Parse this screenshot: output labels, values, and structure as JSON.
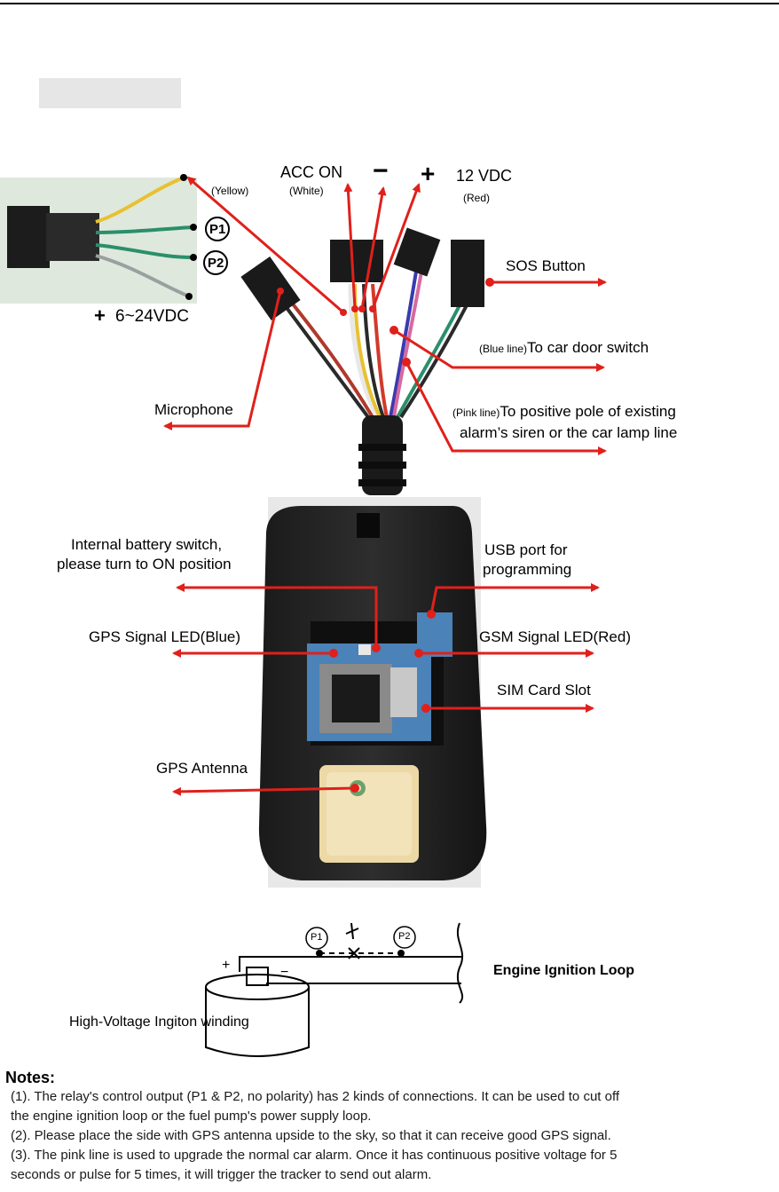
{
  "labels": {
    "yellow": "(Yellow)",
    "p1": "P1",
    "p2": "P2",
    "vdc_range": "6~24VDC",
    "acc_on": "ACC ON",
    "white": "(White)",
    "minus": "−",
    "plus": "+",
    "vdc12": "12 VDC",
    "red": "(Red)",
    "sos": "SOS Button",
    "blue_line_small": "(Blue line)",
    "blue_line_text": "To car door switch",
    "microphone": "Microphone",
    "pink_line_small": "(Pink line)",
    "pink_line_text": "To positive pole of existing",
    "pink_line_text2": "alarm’s siren or the car lamp line",
    "battery_switch_1": "Internal battery switch,",
    "battery_switch_2": "please turn to ON position",
    "usb_1": "USB port for",
    "usb_2": "programming",
    "gps_led": "GPS Signal LED(Blue)",
    "gsm_led": "GSM Signal LED(Red)",
    "sim_slot": "SIM Card Slot",
    "gps_antenna": "GPS Antenna"
  },
  "circuit": {
    "p1": "P1",
    "p2": "P2",
    "engine_loop": "Engine Ignition Loop",
    "winding": "High-Voltage Ingiton winding",
    "plus": "+",
    "minus": "−"
  },
  "notes": {
    "title": "Notes:",
    "lines": [
      "(1). The relay's control output (P1 & P2, no polarity) has 2 kinds of connections. It can be used to cut off",
      "the engine ignition loop or the fuel pump's power supply loop.",
      "(2). Please place the side with GPS antenna upside to the sky, so that it can receive good GPS signal.",
      "(3). The pink line is used to upgrade the normal car alarm. Once it has continuous positive voltage for 5",
      "seconds or pulse for 5 times, it will trigger the tracker to send out alarm."
    ]
  },
  "colors": {
    "arrow": "#e0201b",
    "photo_bg": "#d9dcd9",
    "relay_bg": "#dfe8dd"
  }
}
